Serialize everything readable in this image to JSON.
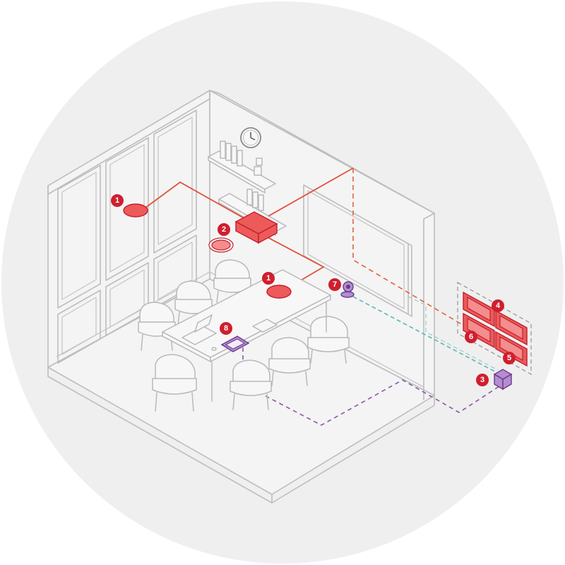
{
  "badges": [
    {
      "id": "mic-left",
      "label": "1"
    },
    {
      "id": "mic-table",
      "label": "1"
    },
    {
      "id": "ceiling-mic",
      "label": "2"
    },
    {
      "id": "hub",
      "label": "3"
    },
    {
      "id": "speaker-top-right",
      "label": "4"
    },
    {
      "id": "speaker-bottom-right",
      "label": "5"
    },
    {
      "id": "speaker-bottom-left",
      "label": "6"
    },
    {
      "id": "camera",
      "label": "7"
    },
    {
      "id": "tablet",
      "label": "8"
    }
  ],
  "colors": {
    "background_circle": "#efefef",
    "line_art": "#bdbdbd",
    "device_red": "#ec5a5a",
    "badge_red": "#cf1f2e",
    "wire_red": "#e0533a",
    "wire_teal": "#5bb7b5",
    "wire_purple": "#8a57a8",
    "device_purple": "#b48cd0"
  },
  "icons": [
    "clock-icon",
    "laptop-icon",
    "tablet-icon",
    "camera-icon",
    "speaker-icon",
    "microphone-icon"
  ]
}
